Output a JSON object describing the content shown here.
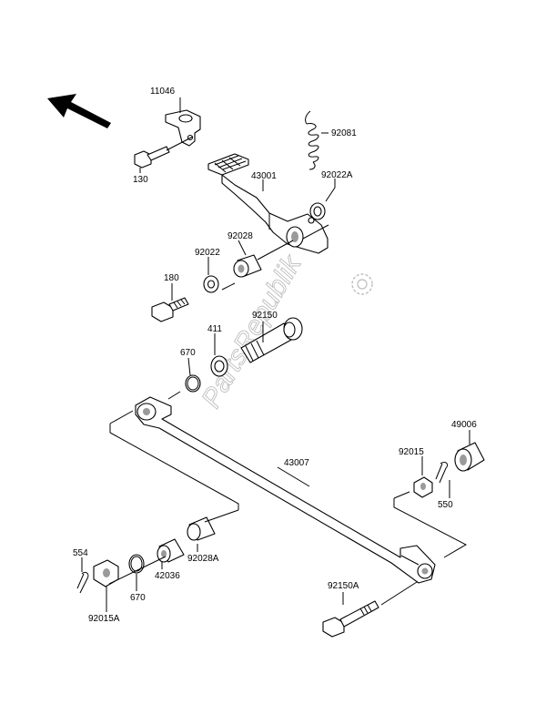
{
  "watermark": "PartsRepublik",
  "parts": {
    "p11046": "11046",
    "p130": "130",
    "p92081": "92081",
    "p43001": "43001",
    "p92022A": "92022A",
    "p92028": "92028",
    "p92022": "92022",
    "p180": "180",
    "p92150": "92150",
    "p411": "411",
    "p670a": "670",
    "p49006": "49006",
    "p43007": "43007",
    "p92015": "92015",
    "p550": "550",
    "p554": "554",
    "p670b": "670",
    "p42036": "42036",
    "p92028A": "92028A",
    "p92015A": "92015A",
    "p92150A": "92150A"
  }
}
